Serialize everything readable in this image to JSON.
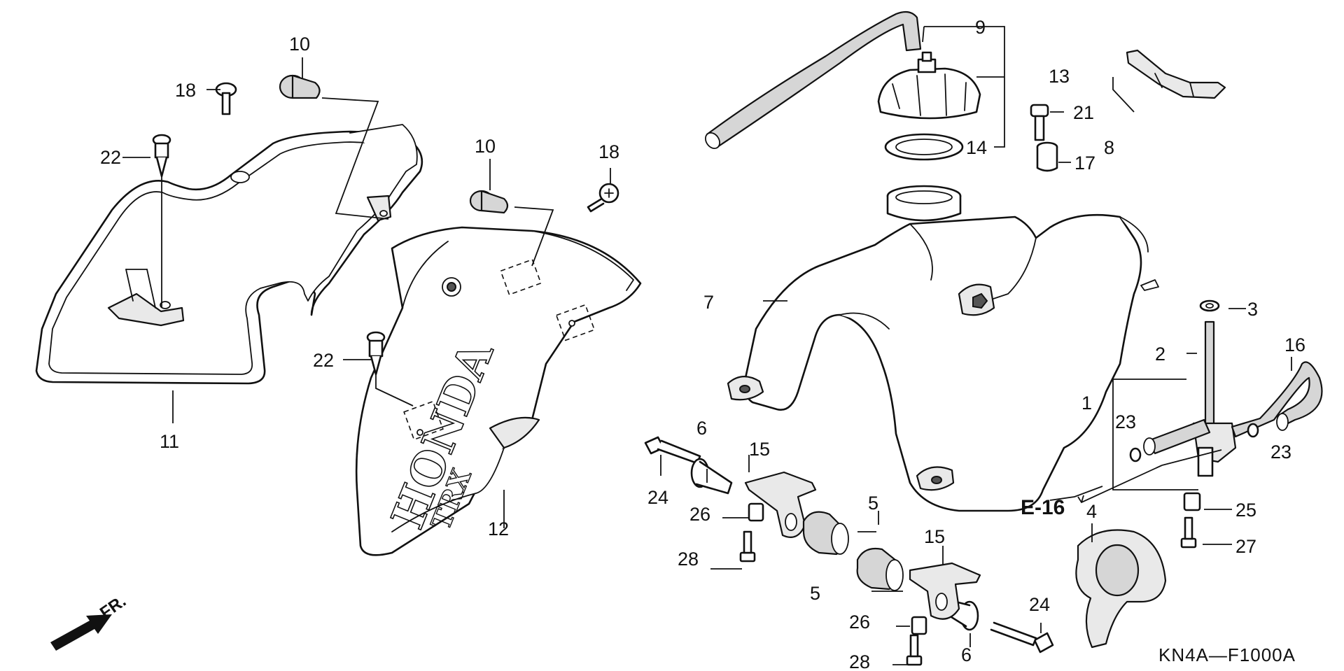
{
  "diagram": {
    "callouts": {
      "c1": "1",
      "c2": "2",
      "c3": "3",
      "c4": "4",
      "c5a": "5",
      "c5b": "5",
      "c6a": "6",
      "c6b": "6",
      "c7": "7",
      "c8": "8",
      "c9": "9",
      "c10a": "10",
      "c10b": "10",
      "c11": "11",
      "c12": "12",
      "c13": "13",
      "c14": "14",
      "c15a": "15",
      "c15b": "15",
      "c16": "16",
      "c17": "17",
      "c18a": "18",
      "c18b": "18",
      "c21": "21",
      "c22a": "22",
      "c22b": "22",
      "c23a": "23",
      "c23b": "23",
      "c24a": "24",
      "c24b": "24",
      "c25": "25",
      "c26a": "26",
      "c26b": "26",
      "c27": "27",
      "c28a": "28",
      "c28b": "28"
    },
    "reference_label": "E-16",
    "drawing_code": "KN4A—F1000A",
    "direction_label": "FR.",
    "shroud_logo": "HONDA",
    "shroud_model": "TRX"
  },
  "colors": {
    "line": "#111111",
    "background": "#ffffff",
    "shade": "#d6d6d6"
  },
  "icons": [
    "front-direction-arrow-icon"
  ]
}
